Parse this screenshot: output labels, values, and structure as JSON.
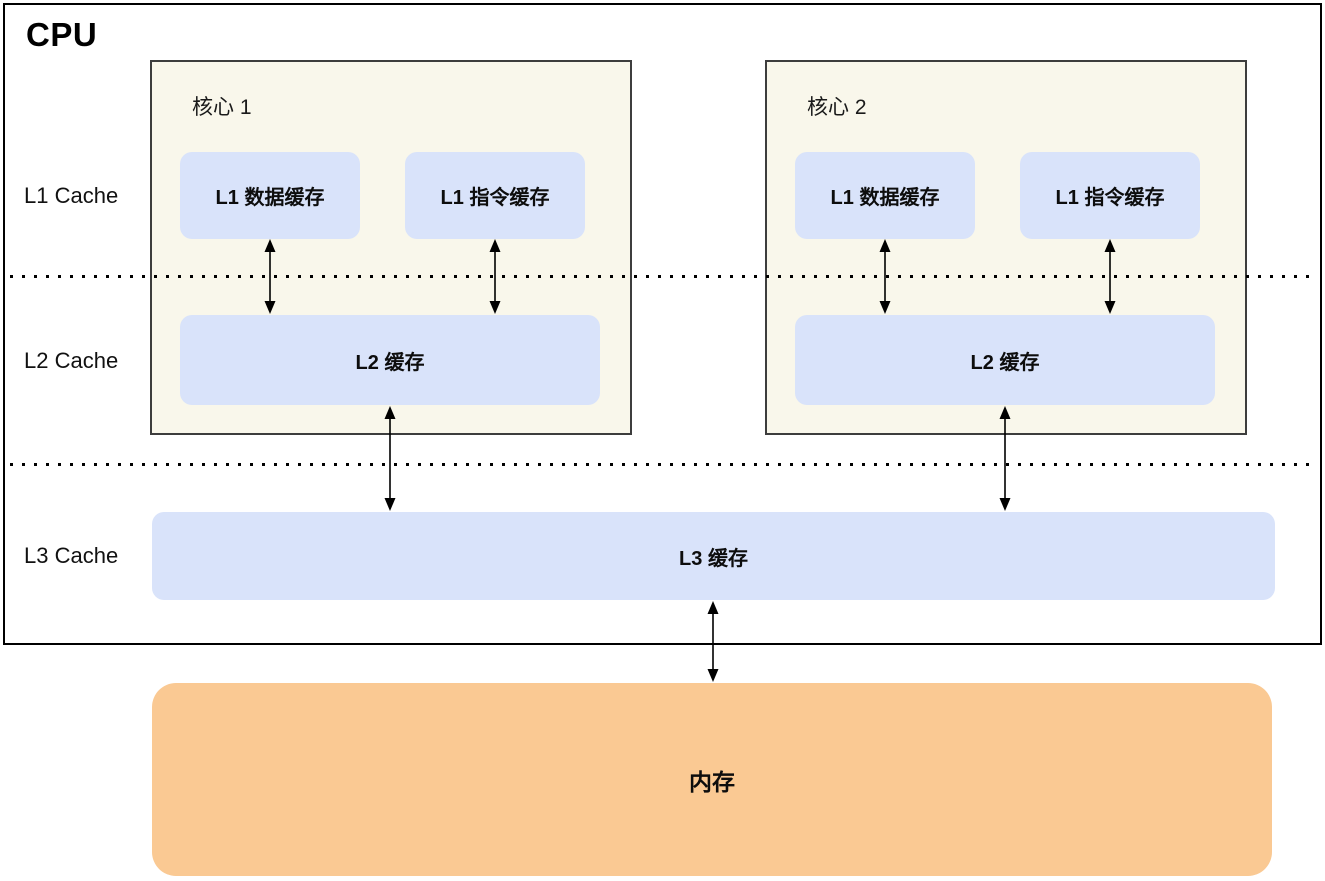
{
  "title": "CPU",
  "row_labels": {
    "l1": "L1 Cache",
    "l2": "L2 Cache",
    "l3": "L3 Cache"
  },
  "cores": [
    {
      "label": "核心 1",
      "l1_data": "L1 数据缓存",
      "l1_instruction": "L1 指令缓存",
      "l2": "L2 缓存"
    },
    {
      "label": "核心 2",
      "l1_data": "L1 数据缓存",
      "l1_instruction": "L1 指令缓存",
      "l2": "L2 缓存"
    }
  ],
  "l3_label": "L3 缓存",
  "memory_label": "内存",
  "colors": {
    "core_bg": "#F9F7EB",
    "cache_fill": "#D9E3FA",
    "memory_fill": "#FAC993"
  }
}
